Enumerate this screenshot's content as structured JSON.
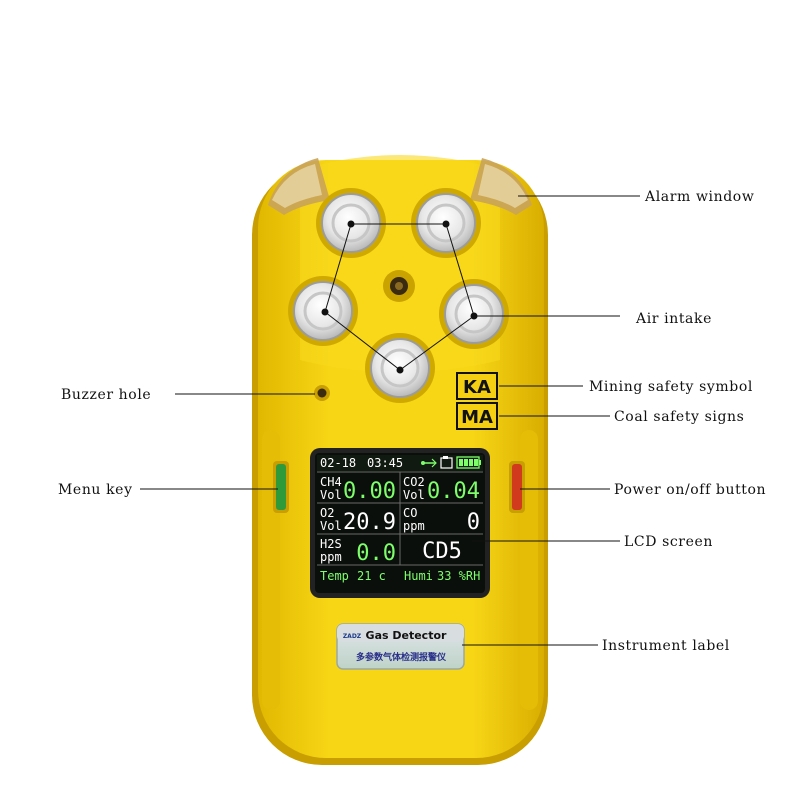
{
  "callouts": {
    "alarm_window": "Alarm window",
    "air_intake": "Air intake",
    "mining_safety_symbol": "Mining safety symbol",
    "coal_safety_signs": "Coal safety signs",
    "buzzer_hole": "Buzzer hole",
    "menu_key": "Menu key",
    "power_button": "Power on/off button",
    "lcd_screen": "LCD screen",
    "instrument_label": "Instrument label"
  },
  "badges": {
    "ka": "KA",
    "ma": "MA"
  },
  "lcd": {
    "date": "02-18",
    "time": "03:45",
    "ch4": {
      "name": "CH4",
      "unit": "Vol",
      "value": "0.00"
    },
    "co2": {
      "name": "CO2",
      "unit": "Vol",
      "value": "0.04"
    },
    "o2": {
      "name": "O2",
      "unit": "Vol",
      "value": "20.9"
    },
    "co": {
      "name": "CO",
      "unit": "ppm",
      "value": "0"
    },
    "h2s": {
      "name": "H2S",
      "unit": "ppm",
      "value": "0.0"
    },
    "device": "CD5",
    "temp_label": "Temp",
    "temp_value": "21 c",
    "humi_label": "Humi",
    "humi_value": "33 %RH"
  },
  "instrument_label": {
    "brand": "ZADZ",
    "title": "Gas Detector",
    "subtitle": "多参数气体检测报警仪"
  },
  "colors": {
    "body": "#f4cf12",
    "body_shadow": "#d7ab00",
    "menu_key": "#2f9a3a",
    "power_button": "#d23a1e",
    "lcd_background": "#0b0f0b"
  }
}
